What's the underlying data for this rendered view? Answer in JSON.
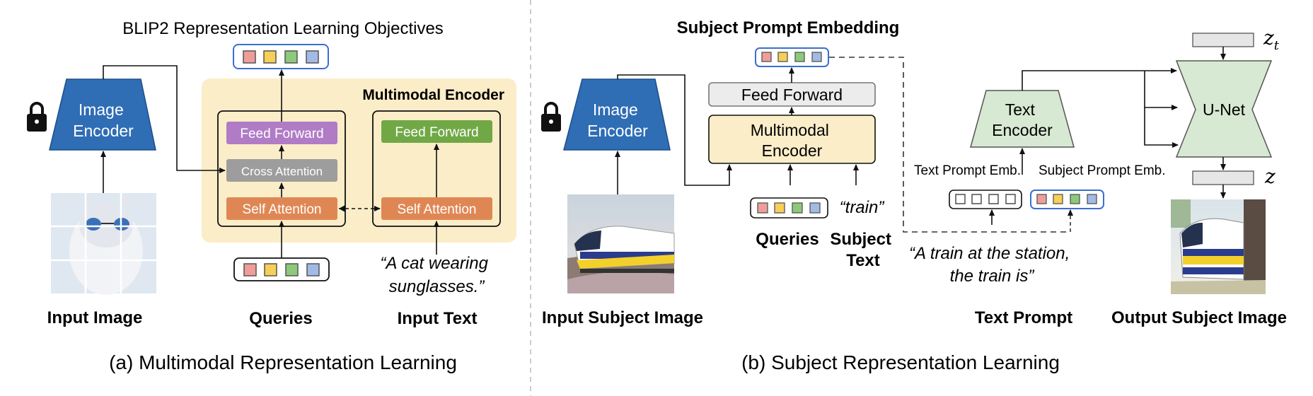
{
  "left_panel": {
    "title": "BLIP2 Representation Learning Objectives",
    "image_encoder": [
      "Image",
      "Encoder"
    ],
    "multimodal_encoder": "Multimodal Encoder",
    "feed_forward_left": "Feed Forward",
    "cross_attention": "Cross Attention",
    "self_attention_left": "Self Attention",
    "feed_forward_right": "Feed Forward",
    "self_attention_right": "Self Attention",
    "input_text_quote": [
      "“A cat wearing",
      "sunglasses.”"
    ],
    "label_input_image": "Input Image",
    "label_queries": "Queries",
    "label_input_text": "Input Text",
    "caption": "(a) Multimodal Representation Learning"
  },
  "right_panel": {
    "title": "Subject Prompt Embedding",
    "image_encoder": [
      "Image",
      "Encoder"
    ],
    "feed_forward": "Feed Forward",
    "multimodal_encoder": [
      "Multimodal",
      "Encoder"
    ],
    "train_quote": "“train”",
    "label_queries": "Queries",
    "label_subject_text": [
      "Subject",
      "Text"
    ],
    "text_encoder": [
      "Text",
      "Encoder"
    ],
    "text_prompt_emb": "Text Prompt Emb.",
    "subject_prompt_emb": "Subject Prompt Emb.",
    "prompt_quote": [
      "“A train at the station,",
      "the train is”"
    ],
    "unet": "U-Net",
    "z_t": "z",
    "z_t_sub": "t",
    "z": "z",
    "label_input_subject_image": "Input Subject Image",
    "label_text_prompt": "Text Prompt",
    "label_output_subject_image": "Output Subject Image",
    "caption": "(b) Subject Representation Learning"
  },
  "colors": {
    "query_red": "#ef9d9b",
    "query_yellow": "#f7cf58",
    "query_green": "#8cc97b",
    "query_blue": "#a3b9e6",
    "encoder_blue": "#2f6db5",
    "feed_forward_purple": "#b07cc6",
    "feed_forward_green": "#71a846",
    "cross_attention_gray": "#9d9d9d",
    "self_attention_orange": "#df8754",
    "multimodal_bg": "#fbedc8",
    "text_encoder_green": "#d7e8d3",
    "unet_green": "#d7e8d3"
  },
  "icons": [
    "lock-icon",
    "cat-photo",
    "train-photo",
    "train-station-photo"
  ]
}
